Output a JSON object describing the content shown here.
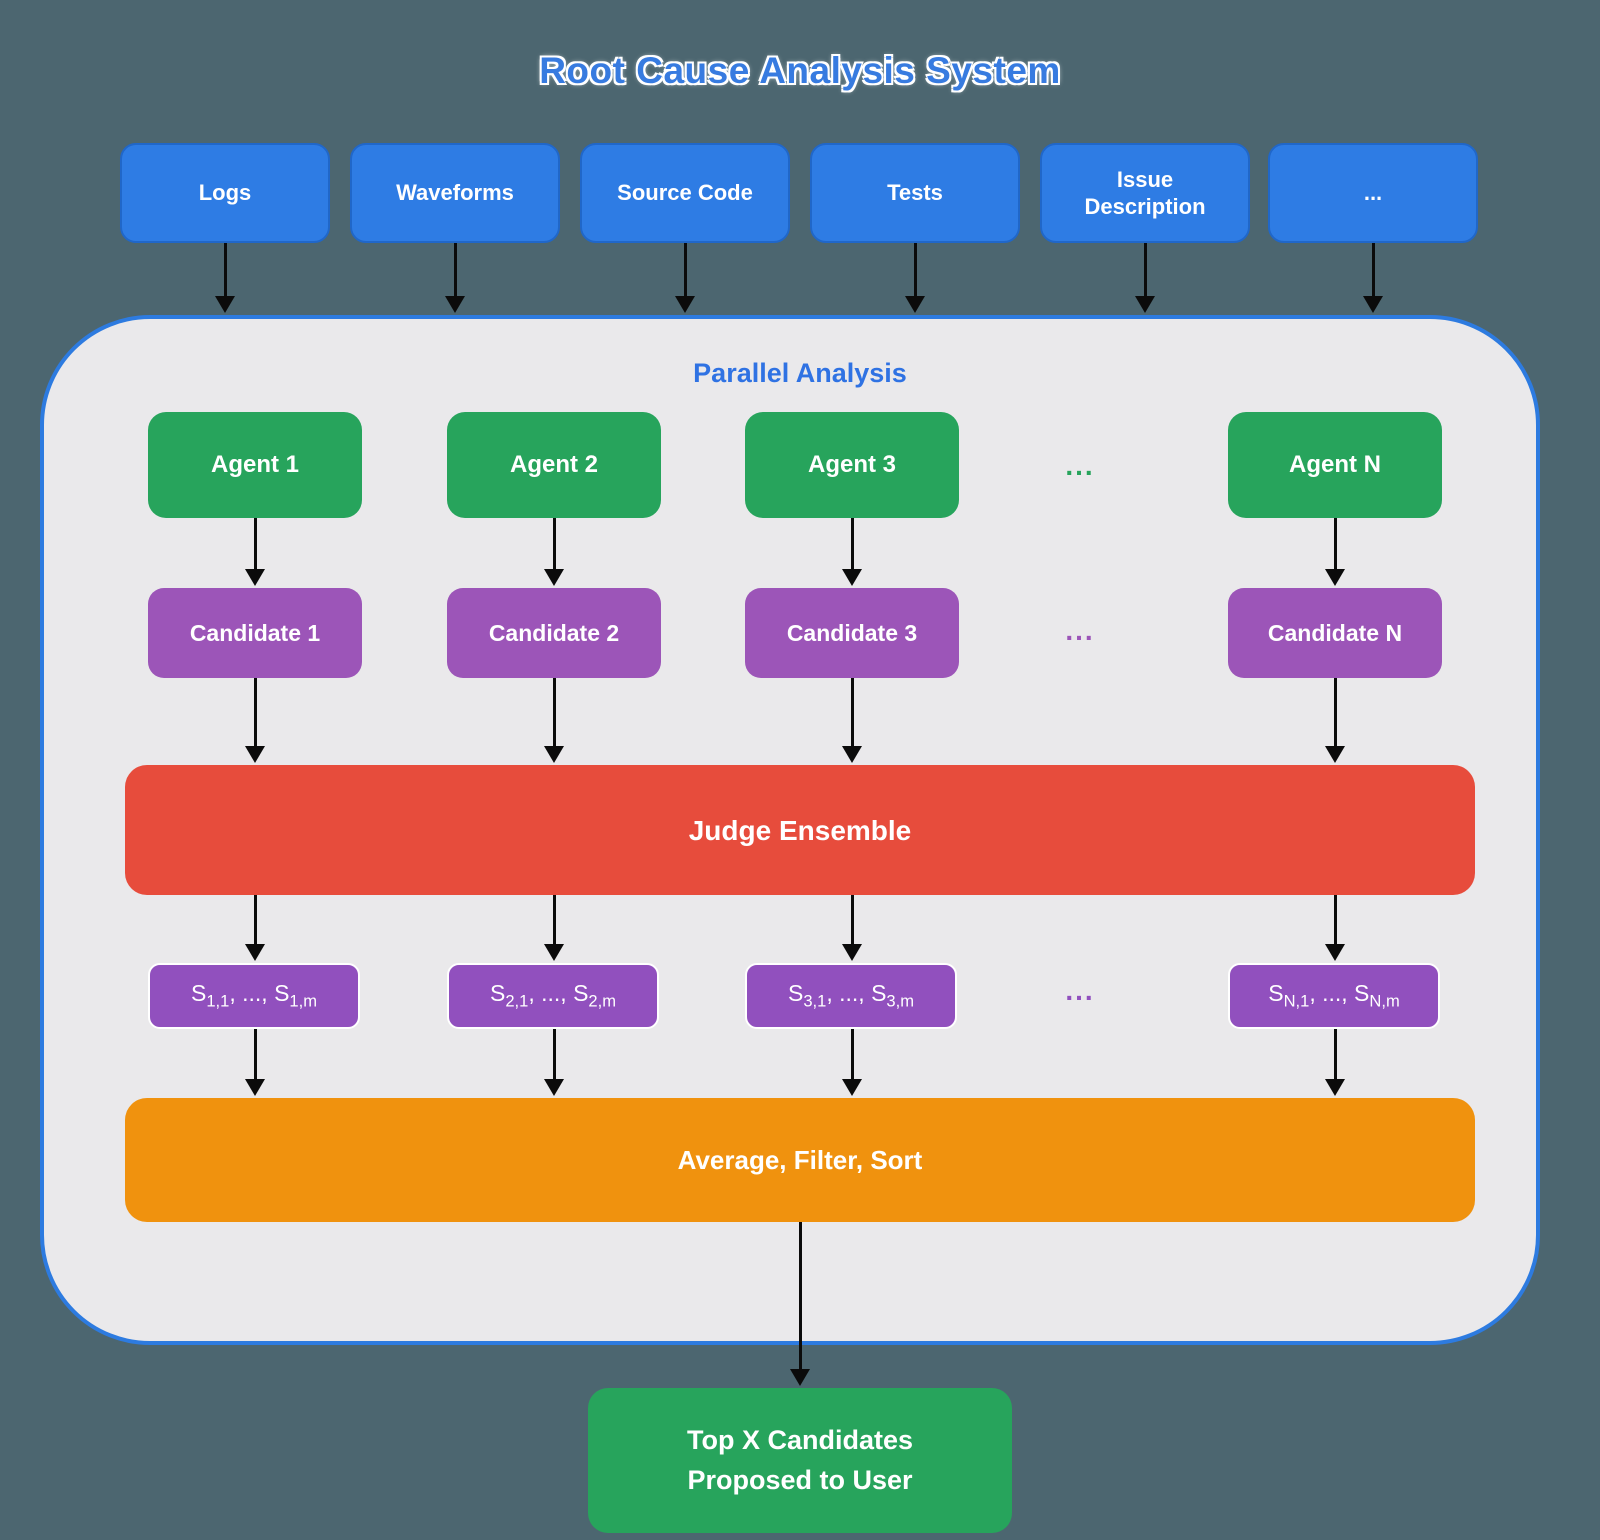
{
  "title": "Root Cause Analysis System",
  "inputs": [
    "Logs",
    "Waveforms",
    "Source Code",
    "Tests",
    "Issue Description",
    "..."
  ],
  "container": {
    "label": "Parallel Analysis"
  },
  "agents": [
    "Agent 1",
    "Agent 2",
    "Agent 3",
    "Agent N"
  ],
  "candidates": [
    "Candidate 1",
    "Candidate 2",
    "Candidate 3",
    "Candidate N"
  ],
  "ellipsis": "...",
  "judge": {
    "label": "Judge Ensemble"
  },
  "scores": [
    {
      "s1": "S",
      "sub1": "1,1",
      "mid": ", ..., S",
      "sub2": "1,m"
    },
    {
      "s1": "S",
      "sub1": "2,1",
      "mid": ", ..., S",
      "sub2": "2,m"
    },
    {
      "s1": "S",
      "sub1": "3,1",
      "mid": ", ..., S",
      "sub2": "3,m"
    },
    {
      "s1": "S",
      "sub1": "N,1",
      "mid": ", ..., S",
      "sub2": "N,m"
    }
  ],
  "aggregate": {
    "label": "Average, Filter, Sort"
  },
  "output": {
    "line1": "Top X Candidates",
    "line2": "Proposed to User"
  },
  "colors": {
    "page_background": "#4C6670",
    "input_blue": "#2E7CE4",
    "title_blue": "#377BE0",
    "container_fill": "#EAE9EB",
    "container_border": "#2D7BE0",
    "agent_green": "#27A45C",
    "candidate_purple": "#9C55B8",
    "score_purple": "#9150BE",
    "judge_red": "#E74C3C",
    "aggregate_orange": "#F0920E",
    "arrow_black": "#0B0B0B"
  }
}
